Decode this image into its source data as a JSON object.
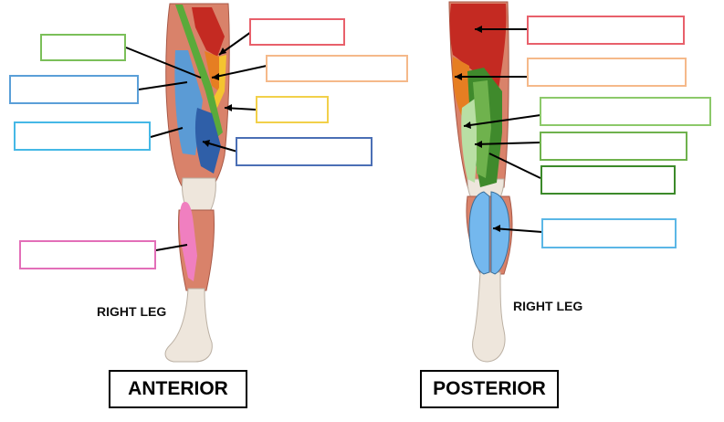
{
  "anterior": {
    "caption": "ANTERIOR",
    "leg_label": "RIGHT LEG",
    "label_boxes": [
      {
        "id": "a1",
        "fill": "#e8606b",
        "name": "red-muscle-label"
      },
      {
        "id": "a2",
        "fill": "#7bbf59",
        "name": "green-muscle-label"
      },
      {
        "id": "a3",
        "fill": "#f5b98a",
        "name": "peach-muscle-label"
      },
      {
        "id": "a4",
        "fill": "#5a9fd8",
        "name": "blue-muscle-label"
      },
      {
        "id": "a5",
        "fill": "#f2d04a",
        "name": "yellow-muscle-label"
      },
      {
        "id": "a6",
        "fill": "#45b8e6",
        "name": "cyan-muscle-label"
      },
      {
        "id": "a7",
        "fill": "#4b6fb5",
        "name": "dark-blue-muscle-label"
      },
      {
        "id": "a8",
        "fill": "#e36fb8",
        "name": "pink-muscle-label"
      }
    ]
  },
  "posterior": {
    "caption": "POSTERIOR",
    "leg_label": "RIGHT LEG",
    "label_boxes": [
      {
        "id": "p1",
        "fill": "#e8606b",
        "name": "red-muscle-label"
      },
      {
        "id": "p2",
        "fill": "#f5b98a",
        "name": "peach-muscle-label"
      },
      {
        "id": "p3",
        "fill": "#8cc96a",
        "name": "light-green-muscle-label"
      },
      {
        "id": "p4",
        "fill": "#6fb24d",
        "name": "green-muscle-label"
      },
      {
        "id": "p5",
        "fill": "#3c8a2a",
        "name": "dark-green-muscle-label"
      },
      {
        "id": "p6",
        "fill": "#5bb7e6",
        "name": "light-blue-muscle-label"
      }
    ]
  },
  "colors": {
    "muscle_red": "#c42a22",
    "muscle_orange": "#e67e22",
    "muscle_green": "#5aaa3a",
    "muscle_dark_green": "#3f8a2c",
    "muscle_light_green": "#b9dfa4",
    "muscle_yellow": "#f4c430",
    "muscle_blue": "#5b9bd5",
    "muscle_dark_blue": "#2f5fa8",
    "muscle_light_blue": "#74b8ee",
    "muscle_pink": "#f07fc0",
    "flesh": "#d9826a",
    "tendon": "#eee6dc"
  }
}
